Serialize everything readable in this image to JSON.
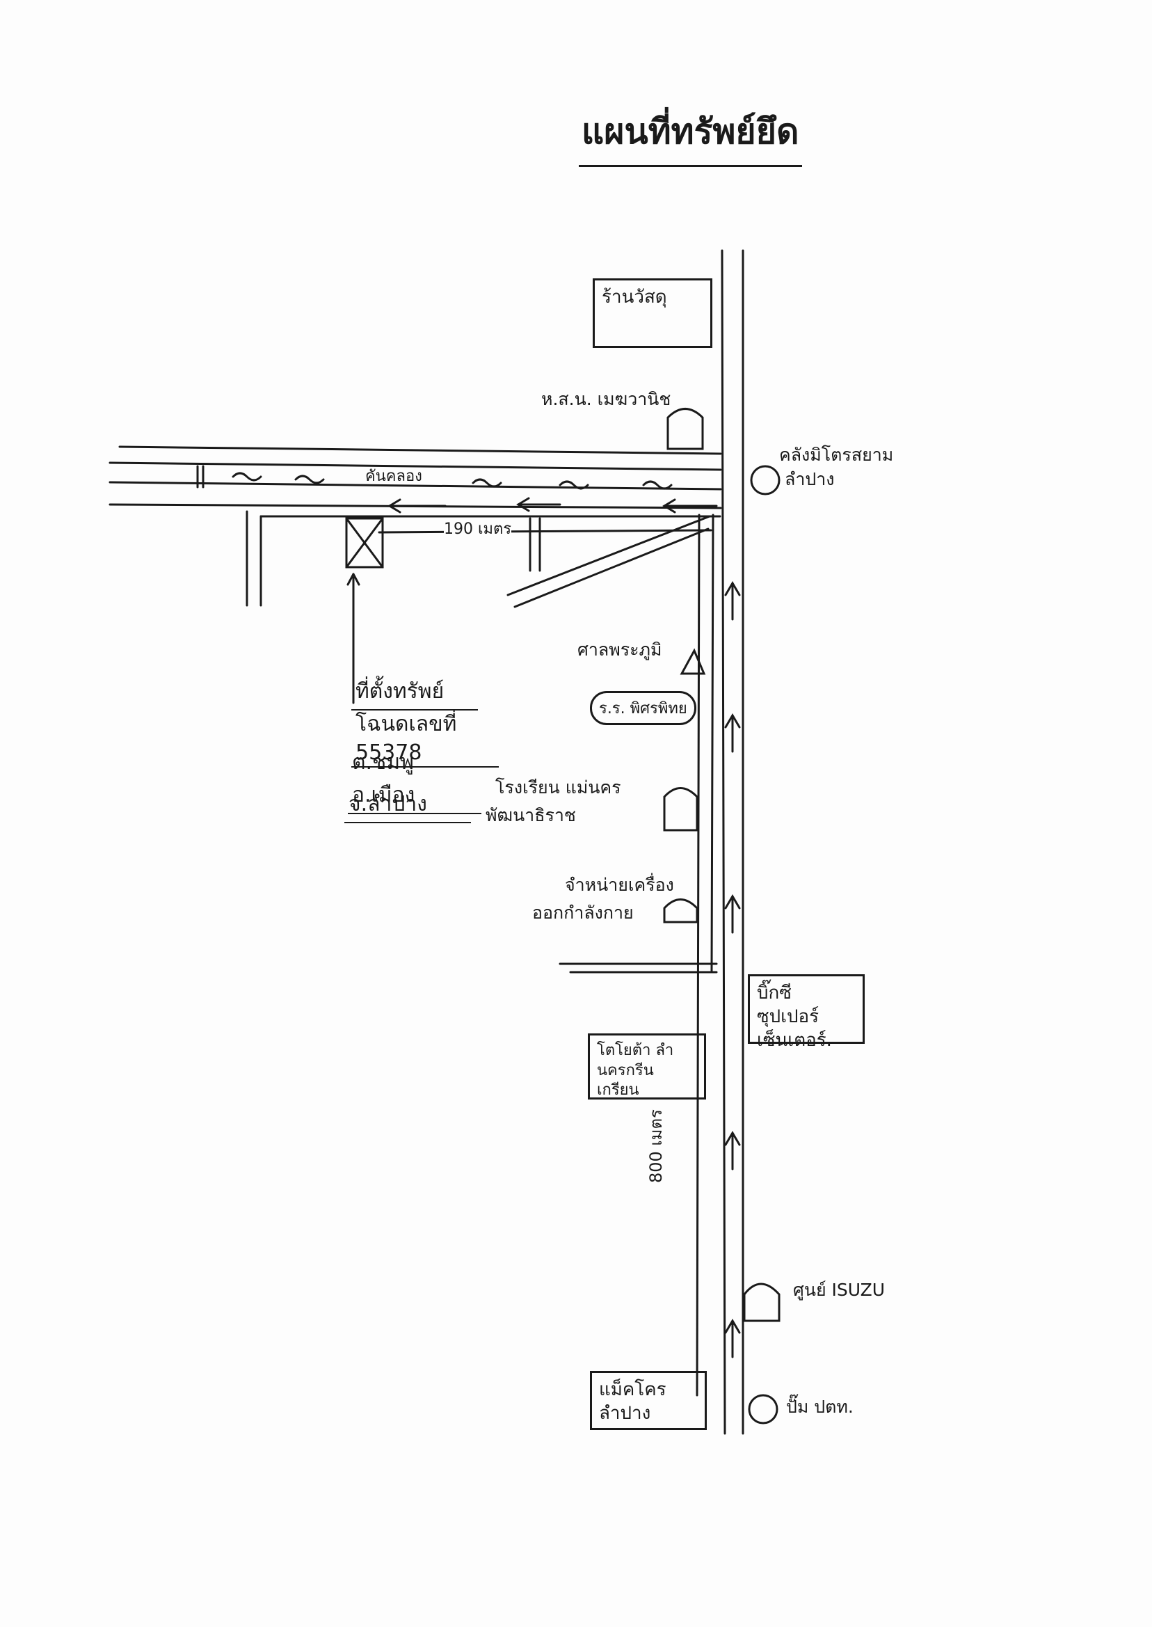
{
  "title": "แผนที่ทรัพย์ยึด",
  "landmarks": {
    "shop_box": "ร้านวัสดุ",
    "bank": "ห.ส.น. เมฆวานิช",
    "kolang": [
      "คลังมิโตรสยาม",
      "ลำปาง"
    ],
    "canal": "คันคลอง",
    "distance_190": "190 เมตร",
    "shrine": "ศาลพระภูมิ",
    "school": "ร.ร. พิศรพิทย",
    "hospital": [
      "โรงเรียน แม่นคร",
      "พัฒนาธิราช"
    ],
    "machinery": [
      "จำหน่ายเครื่อง",
      "ออกกำลังกาย"
    ],
    "bigc": [
      "บิ๊กซี ซุปเปอร์",
      "เซ็นเตอร์."
    ],
    "toyota": [
      "โตโยต้า ลำนครกรีน",
      "เกรียน"
    ],
    "distance_800": "800 เมตร",
    "isuzu": "ศูนย์ ISUZU",
    "makro": [
      "แม็คโคร",
      "ลำปาง"
    ],
    "ptt": "ปั๊ม ปตท."
  },
  "property": {
    "line1": "ที่ตั้งทรัพย์",
    "line2": "โฉนดเลขที่ 55378",
    "line3": "ต.ชมพู อ.เมือง",
    "line4": "จ.ลำปาง"
  },
  "colors": {
    "ink": "#1a1a1a",
    "paper": "#fdfdfd"
  }
}
